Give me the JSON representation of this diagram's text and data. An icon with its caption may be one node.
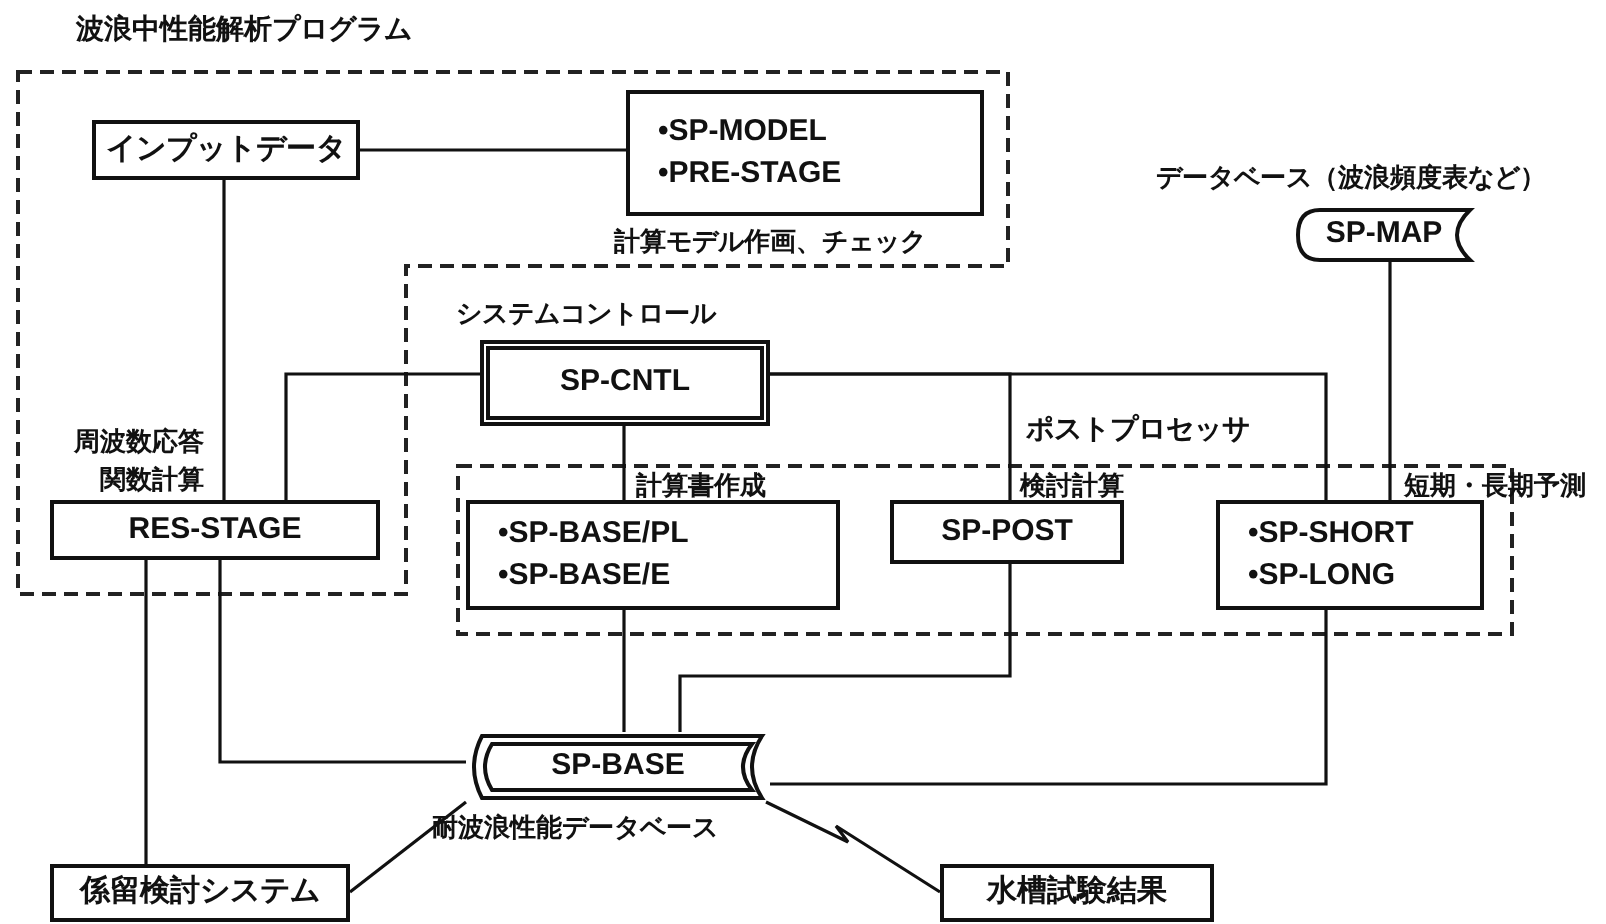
{
  "diagram": {
    "nodes": [
      {
        "text": [
          "波浪中性能解析プログラム"
        ]
      },
      {
        "text": [
          "インプットデータ"
        ],
        "in": 0
      },
      {
        "text": [
          "•SP-MODEL",
          "•PRE-STAGE"
        ],
        "in": 0,
        "beside": [
          "計算モデル作画、チェック"
        ]
      },
      {
        "text": [
          "RES-STAGE"
        ],
        "in": 0,
        "beside": [
          "周波数応答関数計算"
        ]
      },
      {
        "text": [
          "SP-CNTL"
        ],
        "beside": [
          "システムコントロール"
        ]
      },
      {
        "text": [
          "SP-MAP"
        ],
        "beside": [
          "データベース（波浪頻度表など）"
        ]
      },
      {
        "text": [
          "ポストプロセッサ"
        ]
      },
      {
        "text": [
          "•SP-BASE/PL",
          "•SP-BASE/E"
        ],
        "in": 6,
        "beside": [
          "計算書作成"
        ]
      },
      {
        "text": [
          "SP-POST"
        ],
        "in": 6,
        "beside": [
          "検討計算"
        ]
      },
      {
        "text": [
          "•SP-SHORT",
          "•SP-LONG"
        ],
        "in": 6,
        "beside": [
          "短期・長期予測"
        ]
      },
      {
        "text": [
          "SP-BASE"
        ],
        "beside": [
          "耐波浪性能データベース"
        ]
      },
      {
        "text": [
          "係留検討システム"
        ]
      },
      {
        "text": [
          "水槽試験結果"
        ]
      }
    ],
    "edges": [
      {
        "from": 1,
        "to": 2,
        "arrow": "none"
      },
      {
        "from": 1,
        "to": 3,
        "arrow": "none"
      },
      {
        "from": 4,
        "to": 3,
        "arrow": "none"
      },
      {
        "from": 4,
        "to": 7,
        "arrow": "none"
      },
      {
        "from": 4,
        "to": 8,
        "arrow": "none"
      },
      {
        "from": 4,
        "to": 9,
        "arrow": "none"
      },
      {
        "from": 5,
        "to": 9,
        "arrow": "none"
      },
      {
        "from": 7,
        "to": 10,
        "arrow": "none"
      },
      {
        "from": 8,
        "to": 10,
        "arrow": "none"
      },
      {
        "from": 9,
        "to": 10,
        "arrow": "none"
      },
      {
        "from": 3,
        "to": 10,
        "arrow": "none"
      },
      {
        "from": 3,
        "to": 11,
        "arrow": "none"
      },
      {
        "from": 10,
        "to": 11,
        "arrow": "none"
      },
      {
        "from": 10,
        "to": 12,
        "arrow": "none"
      }
    ]
  }
}
